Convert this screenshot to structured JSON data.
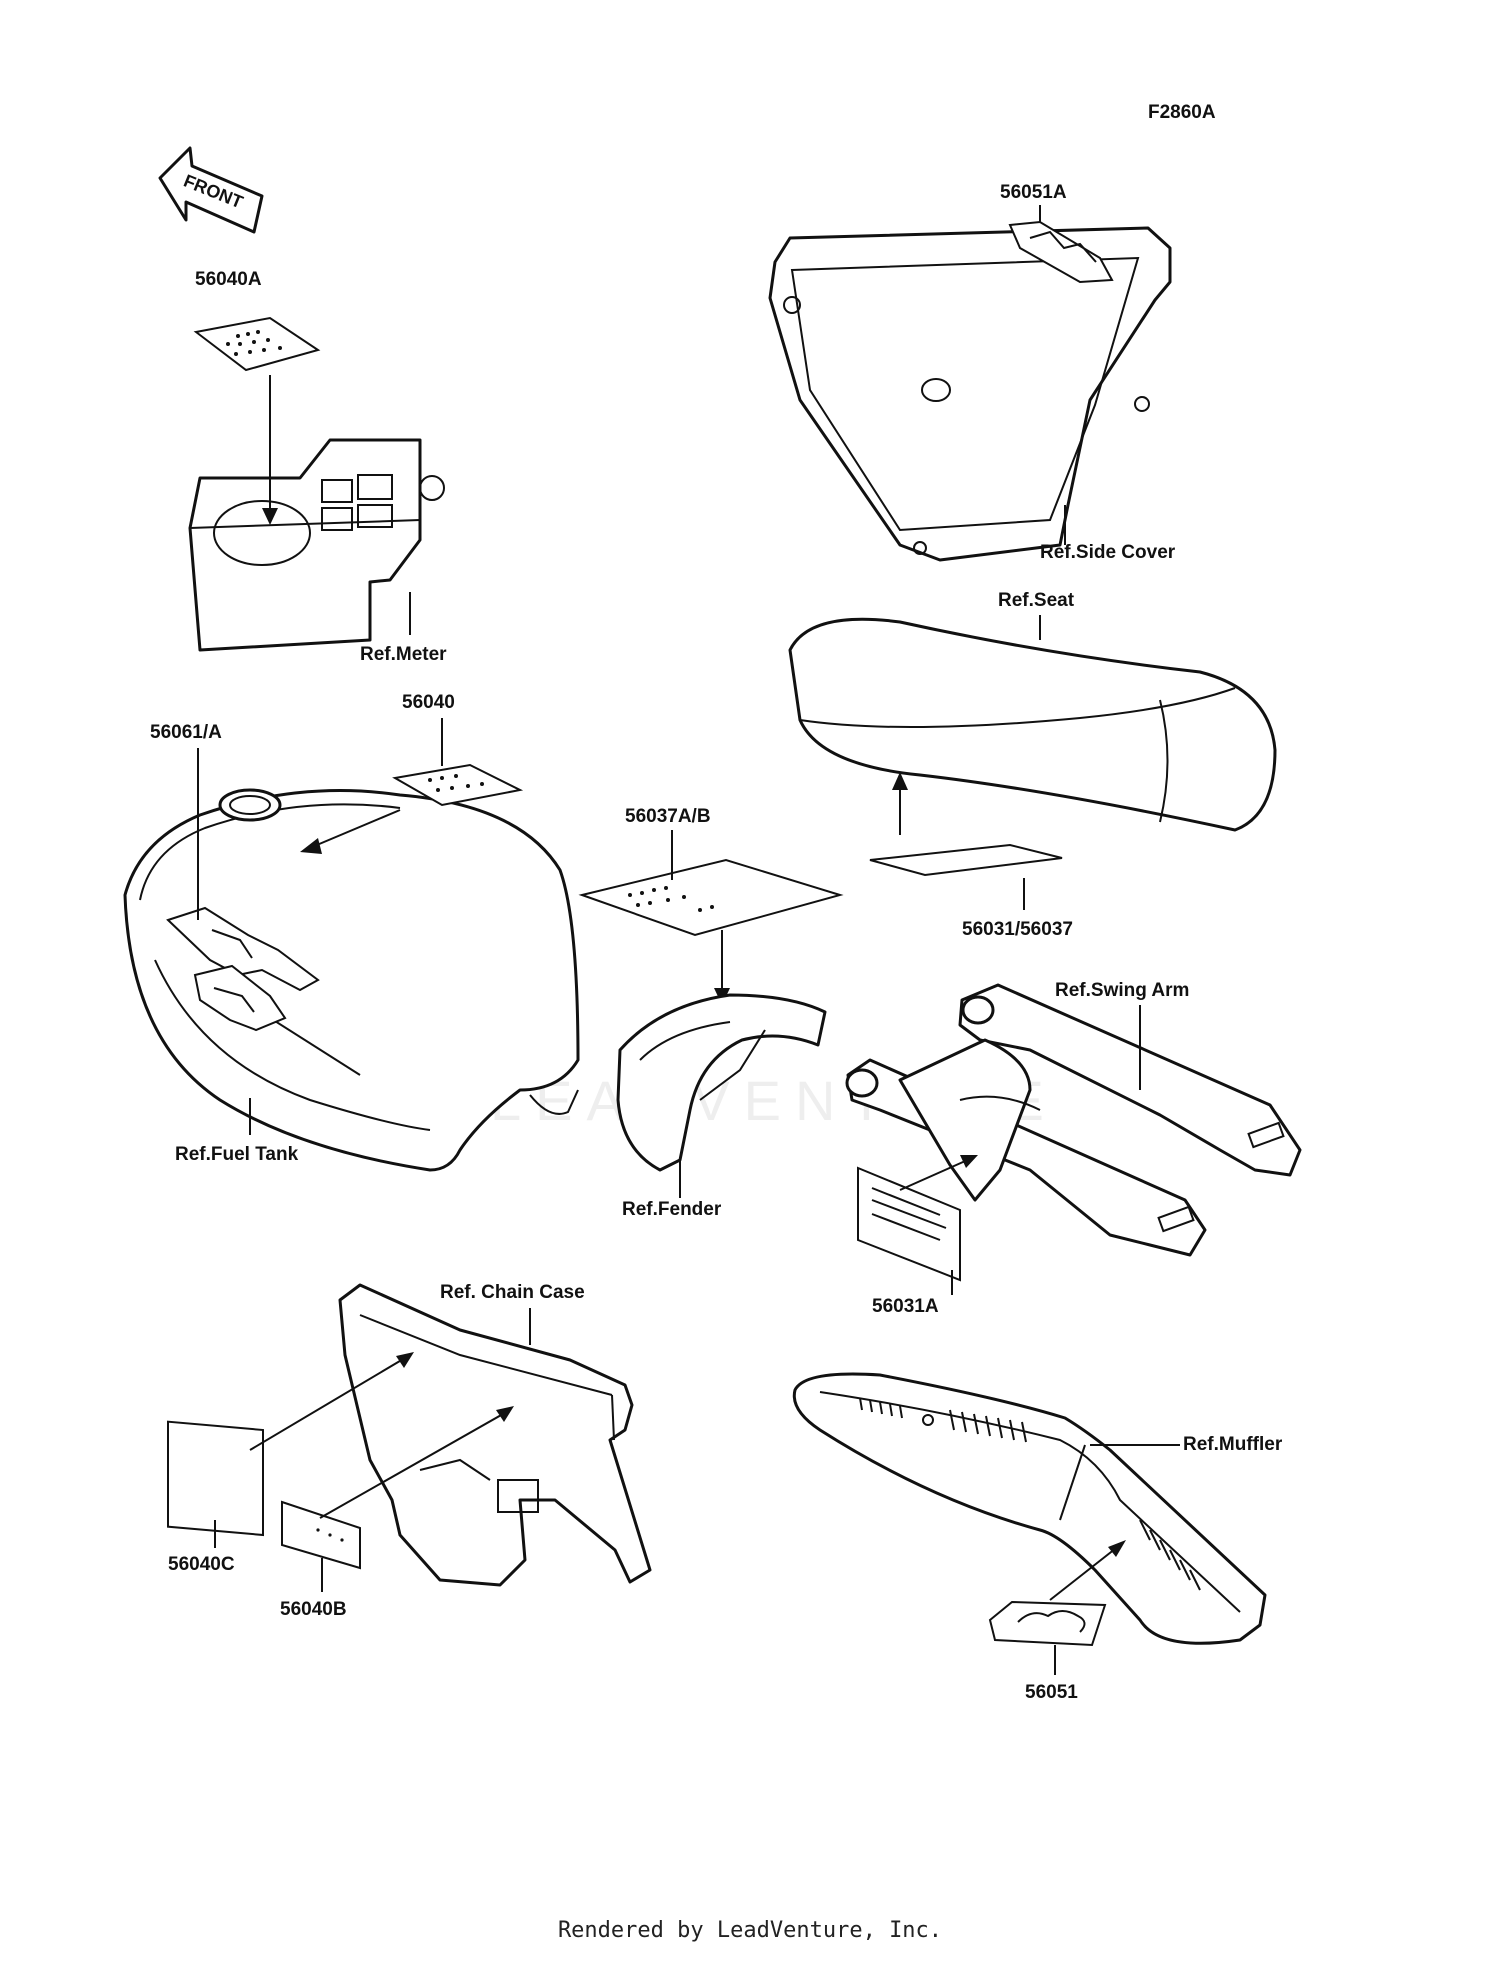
{
  "figure_id": "F2860A",
  "direction_label": "FRONT",
  "watermark": "LEADVENTURE",
  "labels": {
    "l56040A": "56040A",
    "ref_meter": "Ref.Meter",
    "l56051A": "56051A",
    "ref_side_cover": "Ref.Side Cover",
    "ref_seat": "Ref.Seat",
    "l56040": "56040",
    "l56061A": "56061/A",
    "ref_fuel_tank": "Ref.Fuel Tank",
    "l56037AB": "56037A/B",
    "l56031_56037": "56031/56037",
    "ref_fender": "Ref.Fender",
    "ref_swing_arm": "Ref.Swing Arm",
    "l56031A": "56031A",
    "ref_chain_case": "Ref. Chain Case",
    "l56040C": "56040C",
    "l56040B": "56040B",
    "ref_muffler": "Ref.Muffler",
    "l56051": "56051"
  },
  "footer": "Rendered by LeadVenture, Inc."
}
